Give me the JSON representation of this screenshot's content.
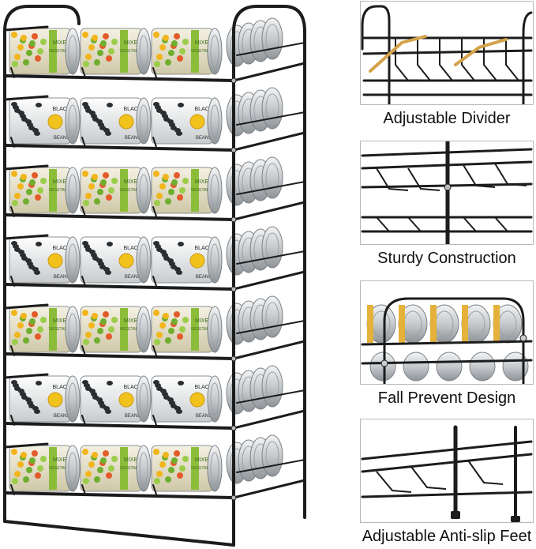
{
  "features": [
    {
      "caption": "Adjustable Divider"
    },
    {
      "caption": "Sturdy Construction"
    },
    {
      "caption": "Fall Prevent Design"
    },
    {
      "caption": "Adjustable Anti-slip Feet"
    }
  ],
  "can_labels": {
    "veg_line1": "MIXED",
    "veg_line2": "VEGETABLES",
    "bean_line1": "BLACK",
    "bean_line2": "BEANS"
  },
  "colors": {
    "frame": "#1c1c1c",
    "divider_gold": "#d4a24a",
    "veg_label": "#e9e4cf",
    "veg_accent": "#8bbd3a",
    "bean_label": "#eef0f1",
    "can_metal": "#cfd3d6"
  },
  "rack": {
    "tiers": 7
  }
}
